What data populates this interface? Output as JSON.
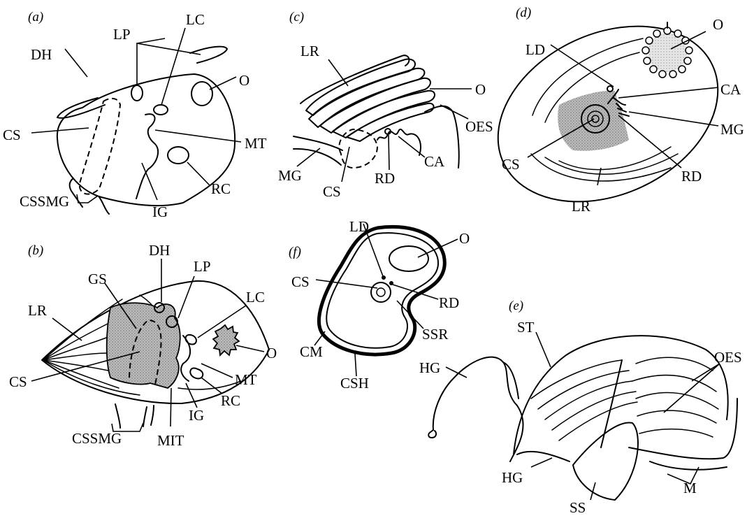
{
  "panels": {
    "a": {
      "tag": "(a)",
      "labels": {
        "LP": "LP",
        "LC": "LC",
        "DH": "DH",
        "O": "O",
        "CS": "CS",
        "MT": "MT",
        "CSSMG": "CSSMG",
        "IG": "IG",
        "RC": "RC"
      }
    },
    "b": {
      "tag": "(b)",
      "labels": {
        "DH": "DH",
        "GS": "GS",
        "LP": "LP",
        "LC": "LC",
        "LR": "LR",
        "O": "O",
        "CS": "CS",
        "MT": "MT",
        "RC": "RC",
        "IG": "IG",
        "CSSMG": "CSSMG",
        "MIT": "MIT"
      }
    },
    "c": {
      "tag": "(c)",
      "labels": {
        "LR": "LR",
        "O": "O",
        "OES": "OES",
        "CA": "CA",
        "MG": "MG",
        "RD": "RD",
        "CS": "CS"
      }
    },
    "d": {
      "tag": "(d)",
      "labels": {
        "O": "O",
        "LD": "LD",
        "CA": "CA",
        "MG": "MG",
        "CS": "CS",
        "RD": "RD",
        "LR": "LR"
      }
    },
    "f": {
      "tag": "(f)",
      "labels": {
        "LD": "LD",
        "O": "O",
        "CS": "CS",
        "RD": "RD",
        "SSR": "SSR",
        "CM": "CM",
        "CSH": "CSH"
      }
    },
    "e": {
      "tag": "(e)",
      "labels": {
        "ST": "ST",
        "OES": "OES",
        "HG1": "HG",
        "HG2": "HG",
        "SS": "SS",
        "M": "M"
      }
    }
  }
}
